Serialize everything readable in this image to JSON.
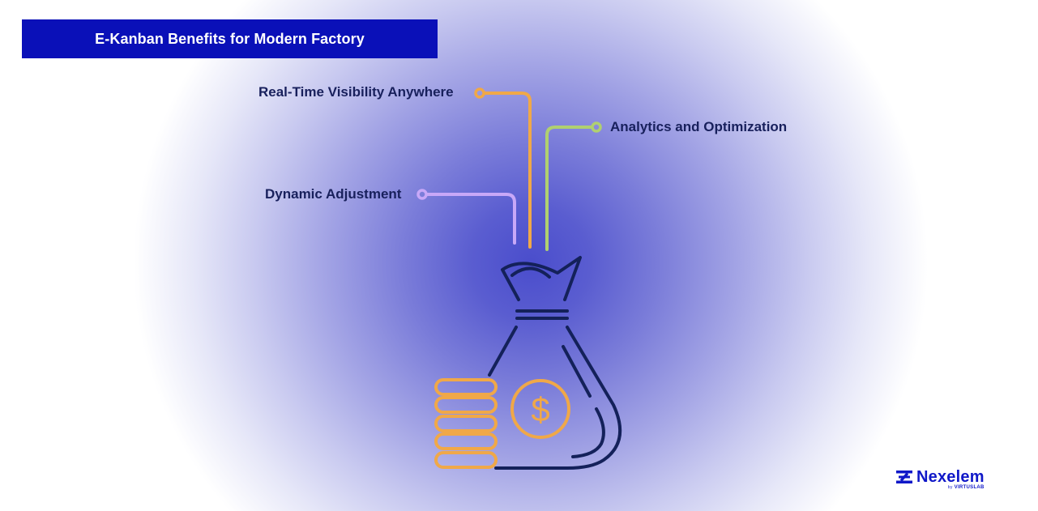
{
  "title": "E-Kanban Benefits for Modern Factory",
  "benefits": [
    {
      "label": "Real-Time Visibility Anywhere",
      "color": "#f0a848"
    },
    {
      "label": "Analytics and Optimization",
      "color": "#b0d070"
    },
    {
      "label": "Dynamic Adjustment",
      "color": "#c8a8f8"
    }
  ],
  "illustration": {
    "icon": "money-bag-icon",
    "coin_symbol": "$",
    "coin_stack_count": 5,
    "bag_color": "#14215a",
    "coin_color": "#f0a848"
  },
  "logo": {
    "name": "Nexelem",
    "by": "by",
    "sub": "VIRTUSLAB",
    "color": "#1018c8"
  },
  "colors": {
    "title_bg": "#0a10b8",
    "title_text": "#ffffff",
    "label_text": "#18205c",
    "glow_center": "#4a4dcc"
  }
}
